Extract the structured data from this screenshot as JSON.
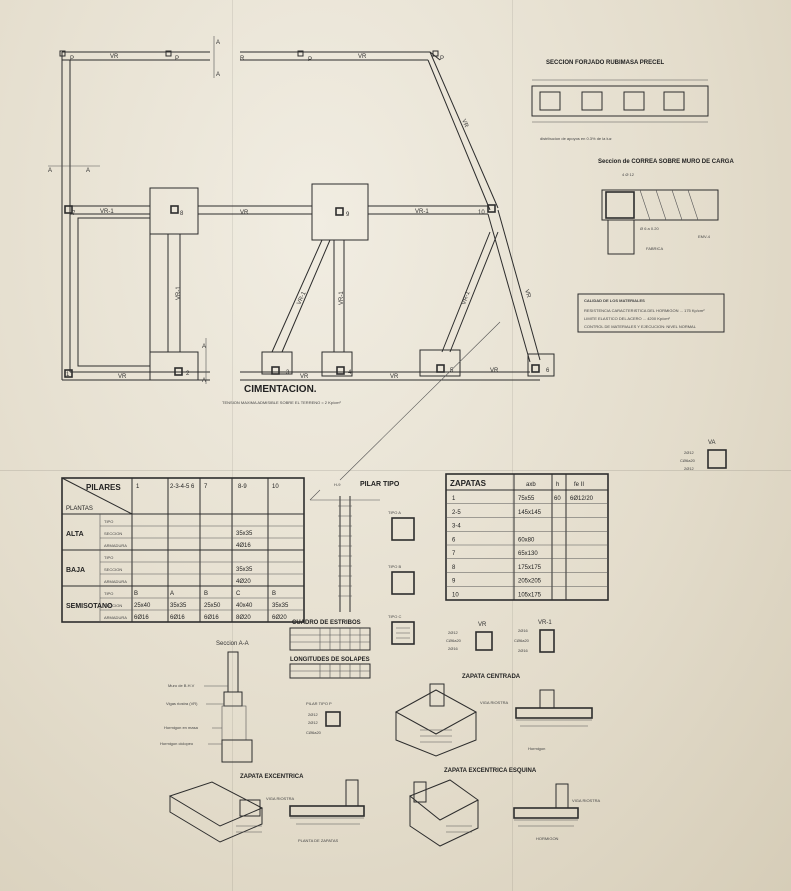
{
  "plan": {
    "title": "CIMENTACION.",
    "subtitle": "TENSION MAXIMA ADMISIBLE SOBRE EL TERRENO = 2 Kp/cm²",
    "pillars": [
      "1",
      "2",
      "3",
      "4",
      "5",
      "6",
      "7",
      "8",
      "9",
      "10"
    ],
    "beam_labels": [
      "VR",
      "VR",
      "VR",
      "VR",
      "VR",
      "VR",
      "VR",
      "VR",
      "VR",
      "VR"
    ],
    "beam_labels_r1": [
      "VR-1",
      "VR-1",
      "VR-1",
      "VR-1",
      "VR-1",
      "VR-1"
    ],
    "p_labels": [
      "P",
      "P",
      "P",
      "R",
      "P"
    ],
    "section_marks": [
      "A",
      "A",
      "A",
      "A",
      "A",
      "A"
    ]
  },
  "slab_section": {
    "title": "SECCION FORJADO RUBIMASA PRECEL",
    "note": "distribucion de apoyos en 0.3% de la luz"
  },
  "beam_section": {
    "title": "Seccion de CORREA SOBRE MURO DE CARGA",
    "labels": [
      "4 Ø 12",
      "Ø 6 a 0.20",
      "EMV-4",
      "FABRICA"
    ]
  },
  "materials": {
    "title": "CALIDAD DE LOS MATERIALES",
    "lines": [
      "RESISTENCIA CARACTERISTICA DEL HORMIGON ... 175 Kp/cm²",
      "LIMITE ELASTICO DEL ACERO ... 4200 Kp/cm²",
      "CONTROL DE MATERIALES Y EJECUCION: NIVEL NORMAL"
    ]
  },
  "va": {
    "title": "VA",
    "labels": [
      "2Ø12",
      "CØ6a20",
      "2Ø12"
    ]
  },
  "pillars_table": {
    "title": "PILARES",
    "plantas": "PLANTAS",
    "col_headers": [
      "1",
      "2-3-4-5 6",
      "7",
      "8-9",
      "10"
    ],
    "groups": [
      {
        "name": "ALTA",
        "rows": [
          [
            "TIPO",
            "",
            "",
            "",
            "",
            ""
          ],
          [
            "SECCION",
            "",
            "",
            "",
            "35x35",
            ""
          ],
          [
            "ARMADURA",
            "",
            "",
            "",
            "4Ø16",
            ""
          ]
        ]
      },
      {
        "name": "BAJA",
        "rows": [
          [
            "TIPO",
            "",
            "",
            "",
            "",
            ""
          ],
          [
            "SECCION",
            "",
            "",
            "",
            "35x35",
            ""
          ],
          [
            "ARMADURA",
            "",
            "",
            "",
            "4Ø20",
            ""
          ]
        ]
      },
      {
        "name": "SEMISOTANO",
        "rows": [
          [
            "TIPO",
            "B",
            "A",
            "B",
            "C",
            "B"
          ],
          [
            "SECCION",
            "25x40",
            "35x35",
            "25x50",
            "40x40",
            "35x35"
          ],
          [
            "ARMADURA",
            "6Ø16",
            "6Ø16",
            "6Ø16",
            "8Ø20",
            "6Ø20"
          ]
        ]
      }
    ]
  },
  "pilar_tipo": {
    "title": "PILAR TIPO",
    "types": [
      "TIPO A",
      "TIPO B",
      "TIPO C"
    ],
    "top": "H-9"
  },
  "zapatas_table": {
    "title": "ZAPATAS",
    "headers": [
      "axb",
      "h",
      "fe II"
    ],
    "rows": [
      [
        "1",
        "75x55",
        "60",
        "6Ø12/20"
      ],
      [
        "2-5",
        "145x145",
        "",
        ""
      ],
      [
        "3-4",
        "",
        "",
        ""
      ],
      [
        "6",
        "60x80",
        "",
        ""
      ],
      [
        "7",
        "65x130",
        "",
        ""
      ],
      [
        "8",
        "175x175",
        "",
        ""
      ],
      [
        "9",
        "205x205",
        "",
        ""
      ],
      [
        "10",
        "105x175",
        "",
        ""
      ]
    ]
  },
  "vr_detail": {
    "vr": "VR",
    "vr1": "VR-1",
    "vr_labels": [
      "2Ø12",
      "CØ6a20",
      "2Ø16"
    ],
    "vr1_labels": [
      "2Ø16",
      "CØ6a20",
      "2Ø16"
    ]
  },
  "cuadro_estribos": {
    "title": "CUADRO DE ESTRIBOS"
  },
  "longitudes_solapes": {
    "title": "LONGITUDES DE SOLAPES"
  },
  "seccion_aa": {
    "title": "Seccion A-A",
    "labels": [
      "Muro de B.H.V",
      "Vigas riostra (VR)",
      "Hormigon en masa",
      "Hormigon ciclopeo"
    ]
  },
  "pilar_tipo_p": {
    "title": "PILAR TIPO P",
    "labels": [
      "2Ø12",
      "2Ø12",
      "CØ6a20"
    ]
  },
  "zapata_centrada": {
    "title": "ZAPATA CENTRADA",
    "labels": [
      "VIGA RIOSTRA",
      "Hormigon"
    ]
  },
  "zapata_excentrica": {
    "title": "ZAPATA EXCENTRICA",
    "labels": [
      "VIGA RIOSTRA",
      "PLANTA DE ZAPATAS"
    ]
  },
  "zapata_esquina": {
    "title": "ZAPATA EXCENTRICA ESQUINA",
    "labels": [
      "VIGA RIOSTRA",
      "HORMIGON"
    ]
  },
  "colors": {
    "paper": "#e7e1d2",
    "ink": "#2d2d2d"
  }
}
